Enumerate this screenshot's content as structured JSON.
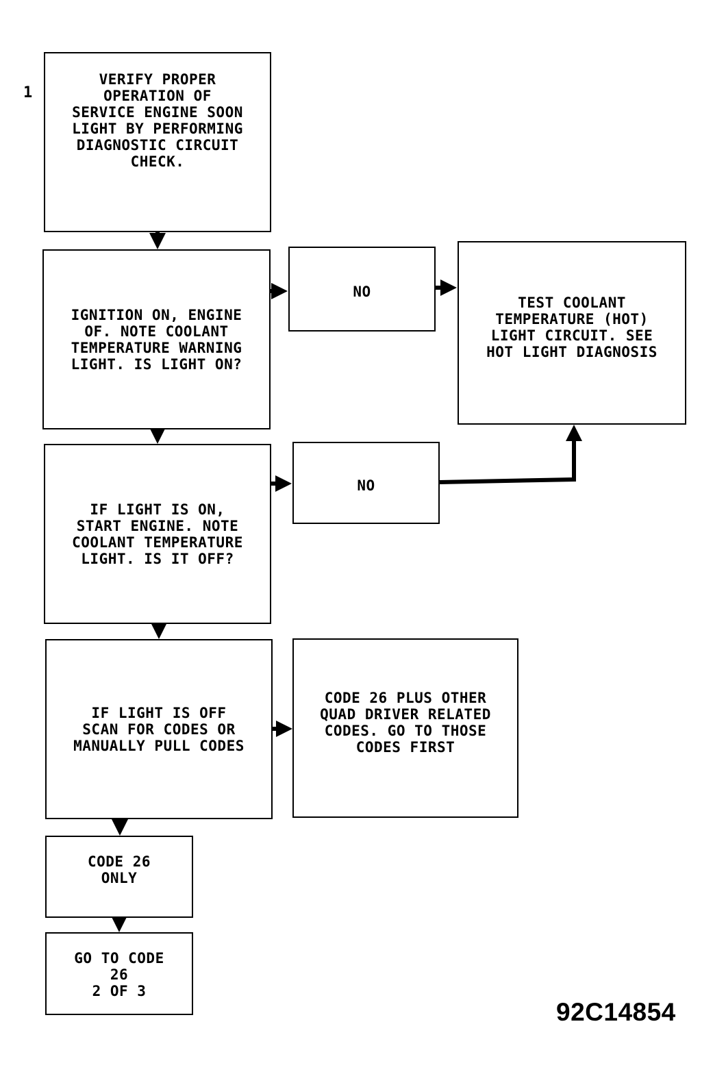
{
  "step_number": "1",
  "boxes": {
    "verify": {
      "lines": [
        "VERIFY PROPER",
        "OPERATION OF",
        "SERVICE ENGINE SOON",
        "LIGHT BY PERFORMING",
        "DIAGNOSTIC CIRCUIT",
        "CHECK."
      ]
    },
    "ignition": {
      "lines": [
        "IGNITION ON, ENGINE",
        "OF. NOTE COOLANT",
        "TEMPERATURE WARNING",
        "LIGHT. IS LIGHT ON?"
      ]
    },
    "no1": {
      "lines": [
        "NO"
      ]
    },
    "test_coolant": {
      "lines": [
        "TEST COOLANT",
        "TEMPERATURE (HOT)",
        "LIGHT CIRCUIT. SEE",
        "HOT LIGHT DIAGNOSIS"
      ]
    },
    "start_engine": {
      "lines": [
        "IF LIGHT IS ON,",
        "START ENGINE. NOTE",
        "COOLANT TEMPERATURE",
        "LIGHT. IS IT OFF?"
      ]
    },
    "no2": {
      "lines": [
        "NO"
      ]
    },
    "scan_codes": {
      "lines": [
        "IF LIGHT IS OFF",
        "SCAN FOR CODES OR",
        "MANUALLY PULL CODES"
      ]
    },
    "code26_plus": {
      "lines": [
        "CODE 26 PLUS OTHER",
        "QUAD DRIVER RELATED",
        "CODES. GO TO THOSE",
        "CODES FIRST"
      ]
    },
    "code26_only": {
      "lines": [
        "CODE 26",
        "ONLY"
      ]
    },
    "goto_code": {
      "lines": [
        "GO TO CODE",
        "26",
        "2 OF 3"
      ]
    }
  },
  "figure_id": "92C14854"
}
